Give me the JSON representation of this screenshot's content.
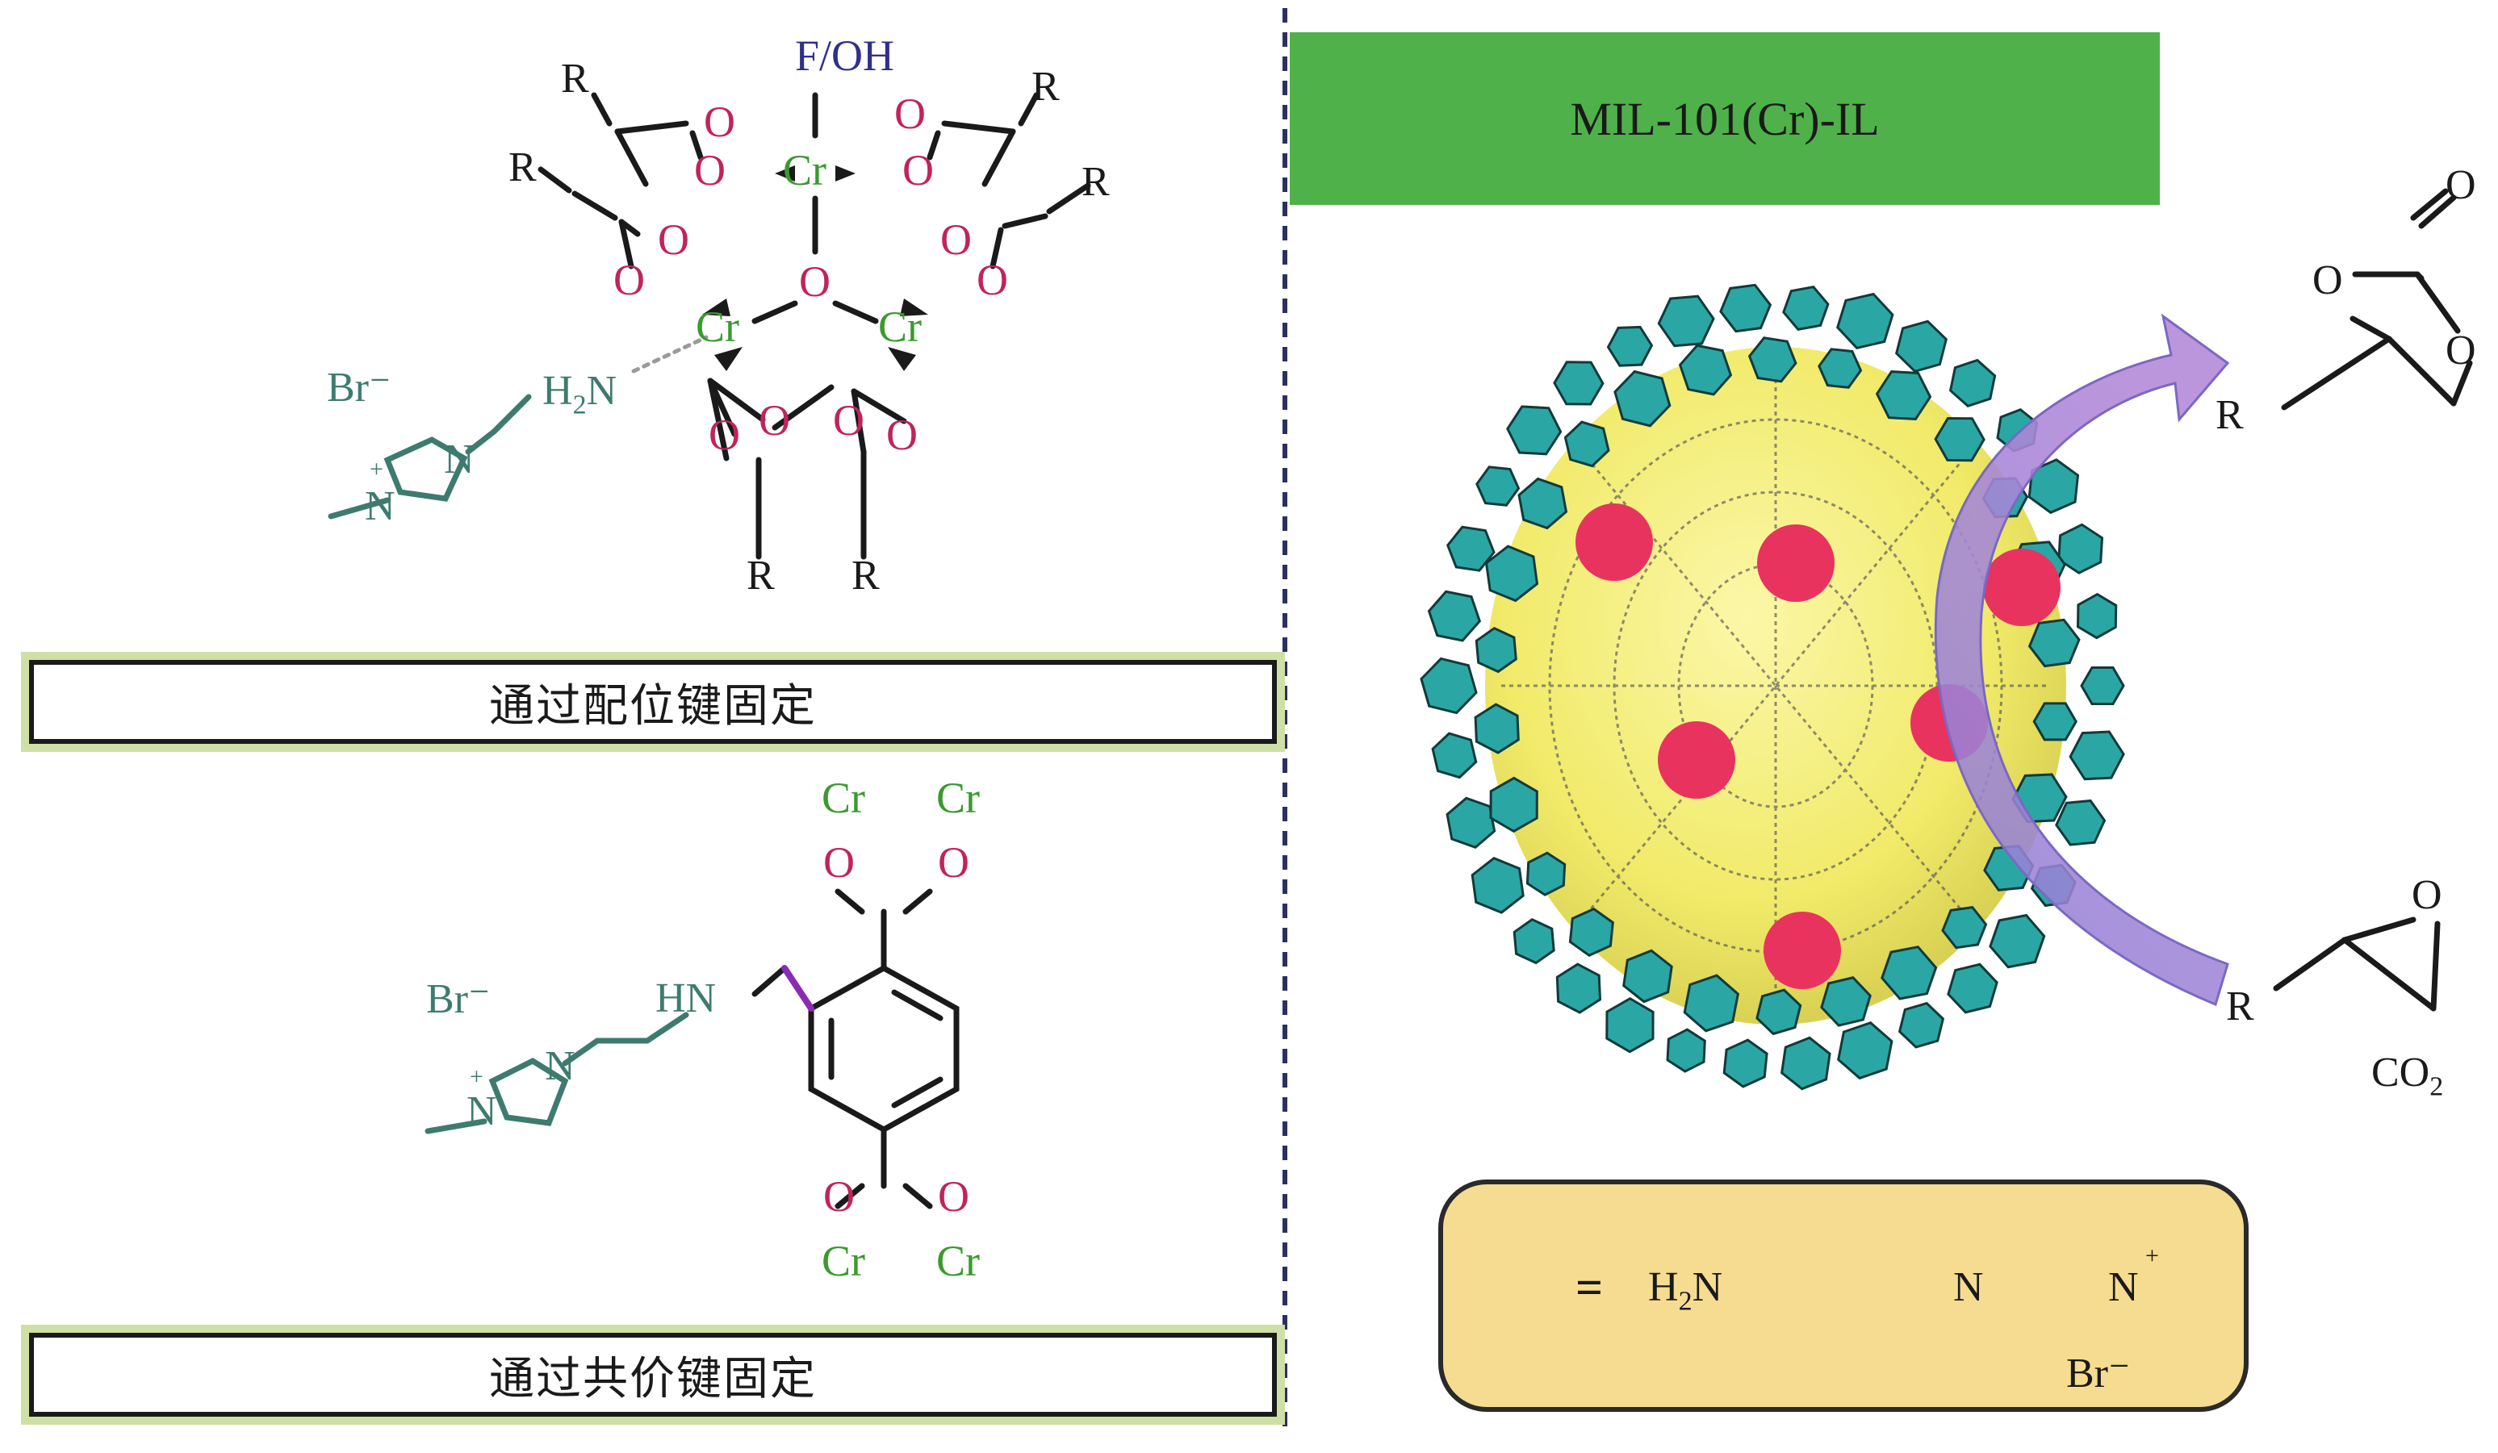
{
  "top_structure": {
    "apical": "F/OH",
    "metal": "Cr",
    "oxygen": "O",
    "r_group": "R",
    "anion": "Br⁻",
    "amine_h": "H",
    "amine_sub": "2",
    "amine_n": "N",
    "ring_n": "N",
    "ring_charge": "+"
  },
  "caption_coordination": "通过配位键固定",
  "bottom_structure": {
    "metal": "Cr",
    "oxygen": "O",
    "anion": "Br⁻",
    "linker_nh": "HN",
    "ring_n": "N",
    "ring_charge": "+"
  },
  "caption_covalent": "通过共价键固定",
  "banner_title": "MIL-101(Cr)-IL",
  "colors": {
    "oxygen": "#c0245a",
    "chromium": "#3a9a2e",
    "il_teal": "#3e7b6f",
    "ff_label": "#2f2f8a",
    "banner": "#4fb14a",
    "sphere": "#f4f07a",
    "polyhedra": "#2aa7a4",
    "il_dot": "#e8335f",
    "arrow": "#9a7fd0",
    "legend_bg": "#f6dc90"
  },
  "reaction": {
    "product_o": "O",
    "product_r": "R",
    "epoxide_o": "O",
    "epoxide_r": "R",
    "co2_c": "CO",
    "co2_sub": "2"
  },
  "legend": {
    "equals": "=",
    "amine_h": "H",
    "amine_sub": "2",
    "amine_n": "N",
    "ring_n1": "N",
    "ring_n2": "N",
    "ring_charge": "+",
    "anion": "Br⁻"
  }
}
